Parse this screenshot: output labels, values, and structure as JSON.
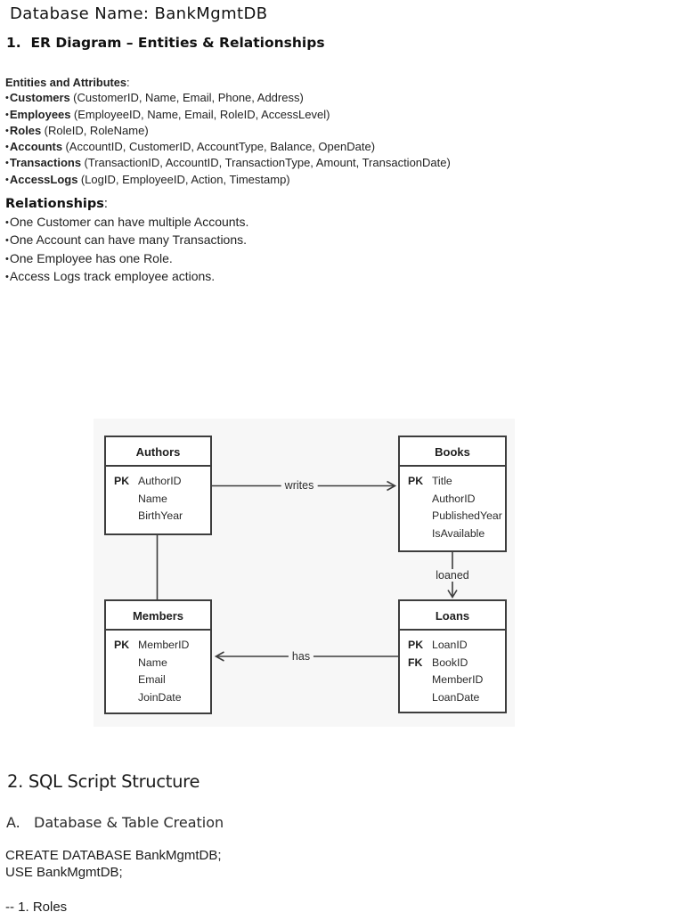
{
  "bullet": "•",
  "colon": ":",
  "doc": {
    "title": "Database Name: BankMgmtDB"
  },
  "section1": {
    "heading": "1.  ER Diagram – Entities & Relationships",
    "entities_label": "Entities and Attributes",
    "entities": [
      {
        "name": "Customers",
        "attrs": "(CustomerID, Name, Email, Phone, Address)"
      },
      {
        "name": "Employees",
        "attrs": "(EmployeeID, Name, Email, RoleID, AccessLevel)"
      },
      {
        "name": "Roles",
        "attrs": "(RoleID, RoleName)"
      },
      {
        "name": "Accounts",
        "attrs": "(AccountID, CustomerID, AccountType, Balance, OpenDate)"
      },
      {
        "name": "Transactions",
        "attrs": "(TransactionID, AccountID, TransactionType, Amount, TransactionDate)"
      },
      {
        "name": "AccessLogs",
        "attrs": "(LogID, EmployeeID, Action, Timestamp)"
      }
    ],
    "relationships_label": "Relationships",
    "relationships": [
      "One Customer can have multiple Accounts.",
      "One Account can have many Transactions.",
      "One Employee has one Role.",
      "Access Logs track employee actions."
    ]
  },
  "diagram": {
    "entities": [
      {
        "title": "Authors",
        "rows": [
          {
            "key": "PK",
            "name": "AuthorID"
          },
          {
            "key": "",
            "name": "Name"
          },
          {
            "key": "",
            "name": "BirthYear"
          }
        ]
      },
      {
        "title": "Books",
        "rows": [
          {
            "key": "PK",
            "name": "Title"
          },
          {
            "key": "",
            "name": "AuthorID"
          },
          {
            "key": "",
            "name": "PublishedYear"
          },
          {
            "key": "",
            "name": "IsAvailable"
          }
        ]
      },
      {
        "title": "Members",
        "rows": [
          {
            "key": "PK",
            "name": "MemberID"
          },
          {
            "key": "",
            "name": "Name"
          },
          {
            "key": "",
            "name": "Email"
          },
          {
            "key": "",
            "name": "JoinDate"
          }
        ]
      },
      {
        "title": "Loans",
        "rows": [
          {
            "key": "PK",
            "name": "LoanID"
          },
          {
            "key": "FK",
            "name": "BookID"
          },
          {
            "key": "",
            "name": "MemberID"
          },
          {
            "key": "",
            "name": "LoanDate"
          }
        ]
      }
    ],
    "edge_labels": {
      "writes": "writes",
      "loaned": "loaned",
      "has": "has"
    }
  },
  "section2": {
    "heading": "2. SQL Script Structure",
    "subheading": "A.   Database & Table Creation",
    "sql_lines": [
      "CREATE DATABASE BankMgmtDB;",
      "USE BankMgmtDB;"
    ],
    "comment_line": "-- 1. Roles"
  },
  "colors": {
    "diagram_bg": "#f7f7f7",
    "diagram_line": "#3d3d3d",
    "text": "#1c1c1c"
  }
}
